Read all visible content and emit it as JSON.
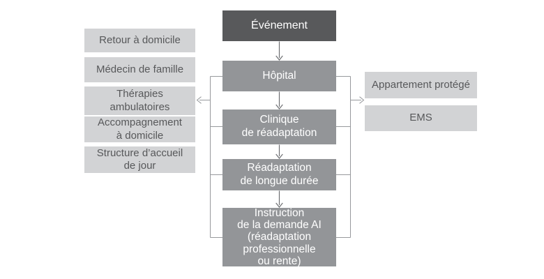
{
  "diagram": {
    "type": "flowchart",
    "language": "fr",
    "colors": {
      "event_box": "#58595b",
      "flow_box": "#939598",
      "option_box": "#d2d3d5",
      "flow_text": "#ffffff",
      "option_text": "#57585a",
      "center_arrow": "#6d6f72",
      "bracket_line": "#97999c",
      "background": "#ffffff"
    },
    "flow": {
      "nodes": [
        {
          "id": "evenement",
          "label": "Événement",
          "variant": "dark"
        },
        {
          "id": "hopital",
          "label": "Hôpital",
          "variant": "medium"
        },
        {
          "id": "clinique-readaptation",
          "label": "Clinique\nde réadaptation",
          "variant": "medium"
        },
        {
          "id": "readaptation-longue-duree",
          "label": "Réadaptation\nde longue durée",
          "variant": "medium"
        },
        {
          "id": "instruction-demande-ai",
          "label": "Instruction\nde la demande AI\n(réadaptation\nprofessionnelle\nou rente)",
          "variant": "medium"
        }
      ],
      "connections": "vertical arrows between successive center nodes; side rails link Hôpital, Clinique de réadaptation, Réadaptation de longue durée and Instruction de la demande AI to the left and right option columns"
    },
    "left_options": [
      {
        "label": "Retour à domicile"
      },
      {
        "label": "Médecin de famille"
      },
      {
        "label": "Thérapies\nambulatoires"
      },
      {
        "label": "Accompagnement\nà domicile"
      },
      {
        "label": "Structure d’accueil\nde jour"
      }
    ],
    "right_options": [
      {
        "label": "Appartement protégé"
      },
      {
        "label": "EMS"
      }
    ]
  }
}
